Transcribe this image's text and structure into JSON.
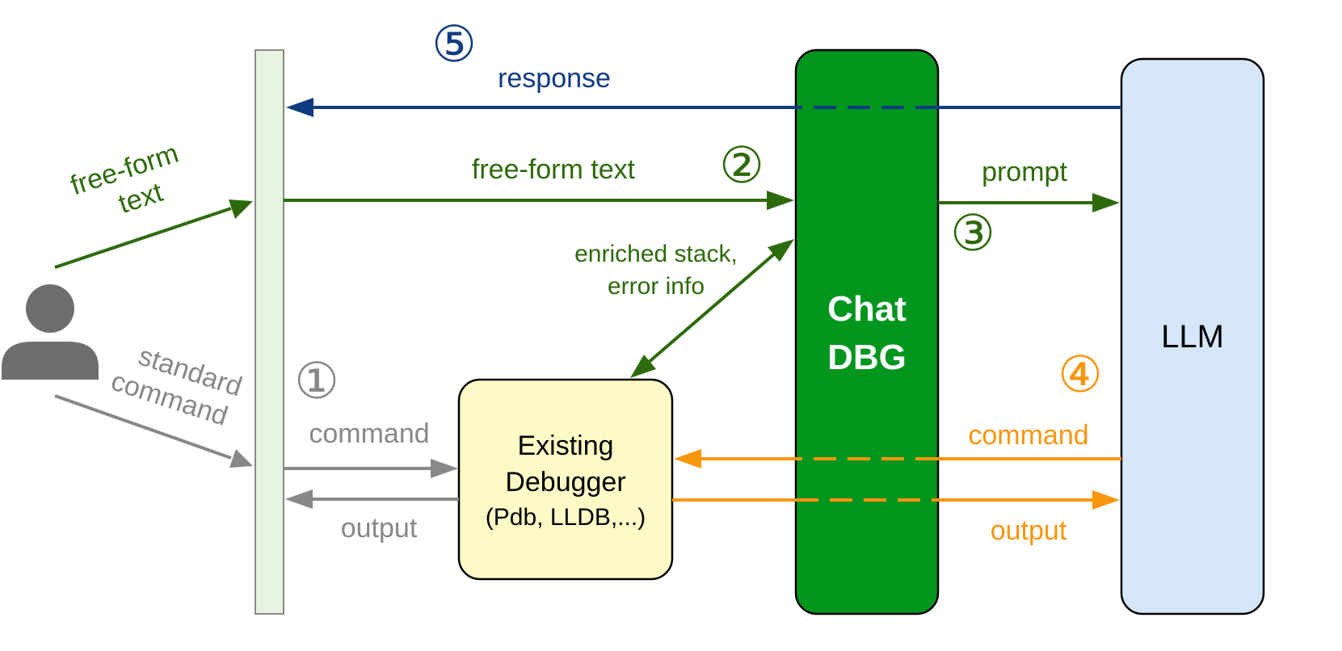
{
  "colors": {
    "green_dark": "#2d6a0b",
    "green_box": "#03961f",
    "gray": "#888888",
    "navy": "#0f3b80",
    "orange": "#f8960e",
    "user_icon": "#6e6e6e",
    "terminal_fill": "#e6f3de",
    "terminal_stroke": "#8a8a8a",
    "debugger_fill": "#fefac5",
    "llm_fill": "#d5e7f8"
  },
  "icons": {
    "user": "user-icon"
  },
  "labels": {
    "free_form_left_1": "free-form",
    "free_form_left_2": "text",
    "standard_1": "standard",
    "standard_2": "command",
    "step1": "①",
    "step2": "②",
    "step3": "③",
    "step4": "④",
    "step5": "⑤",
    "response": "response",
    "free_form_top": "free-form text",
    "prompt": "prompt",
    "enriched_1": "enriched stack,",
    "enriched_2": "error info",
    "command_gray": "command",
    "output_gray": "output",
    "command_orange": "command",
    "output_orange": "output"
  },
  "boxes": {
    "debugger_line1": "Existing",
    "debugger_line2": "Debugger",
    "debugger_line3": "(Pdb, LLDB,...)",
    "chatdbg_line1": "Chat",
    "chatdbg_line2": "DBG",
    "llm": "LLM"
  }
}
